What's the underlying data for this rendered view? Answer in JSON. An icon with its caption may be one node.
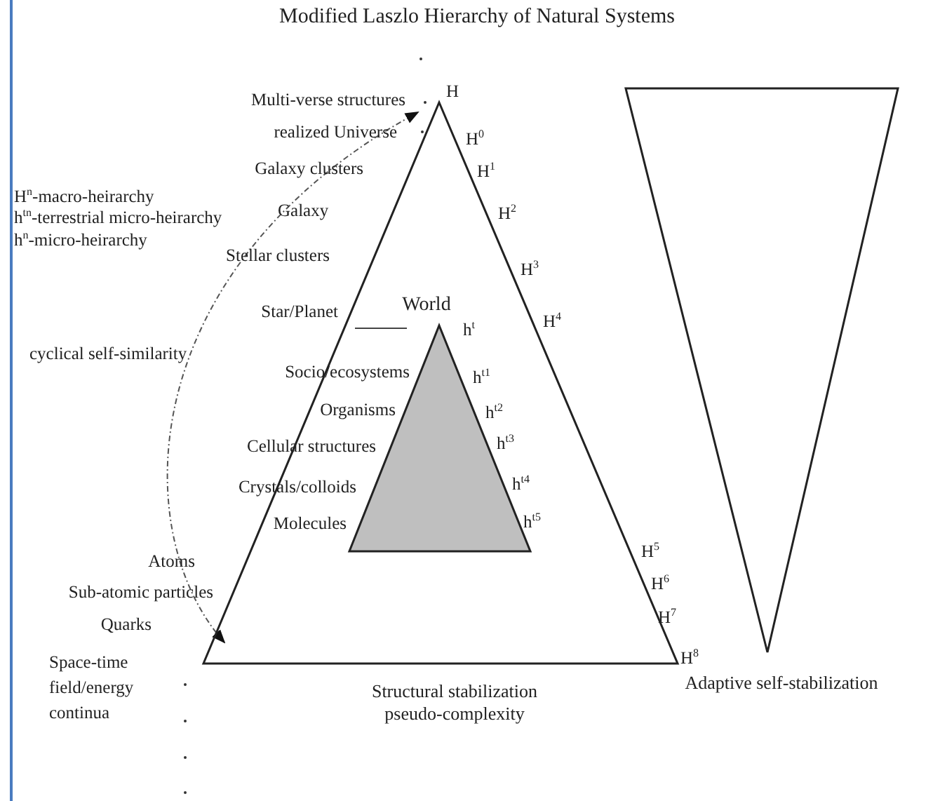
{
  "diagram": {
    "title": "Modified Laszlo Hierarchy of Natural Systems",
    "nodes": [
      {
        "text": [
          "Structural stabilization pseudo-complexity"
        ]
      },
      {
        "text": [
          "World"
        ],
        "in": 0
      },
      {
        "text": [
          "Adaptive self-stabilization"
        ]
      }
    ],
    "labels": [
      "H",
      "Multi-verse structures",
      "realized Universe",
      "H$^{0}$",
      "Galaxy clusters",
      "H$^{1}$",
      "H$^{n}$-macro-heirarchy",
      "h$^{tn}$-terrestrial micro-heirarchy",
      "Galaxy",
      "H$^{2}$",
      "h$^{n}$-micro-heirarchy",
      "Stellar clusters",
      "H$^{3}$",
      "Star/Planet",
      "h$^{t}$",
      "H$^{4}$",
      "cyclical self-similarity",
      "Socio/ecosystems",
      "h$^{t1}$",
      "Organisms",
      "h$^{t2}$",
      "Cellular structures",
      "h$^{t3}$",
      "Crystals/colloids",
      "h$^{t4}$",
      "Molecules",
      "h$^{t5}$",
      "Atoms",
      "H$^{5}$",
      "Sub-atomic particles",
      "H$^{6}$",
      "Quarks",
      "H$^{7}$",
      "Space-time field/energy continua",
      "H$^{8}$"
    ]
  }
}
